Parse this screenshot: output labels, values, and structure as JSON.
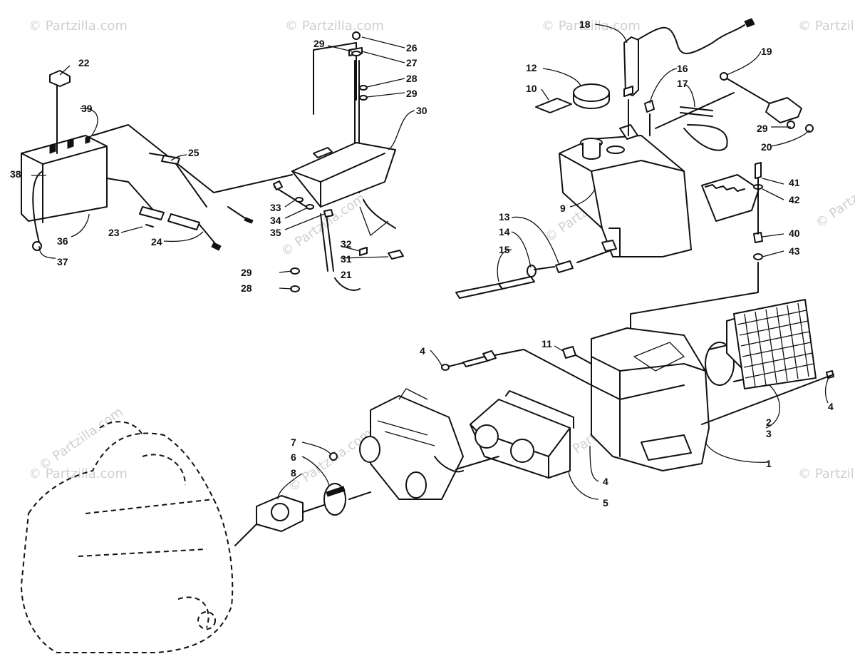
{
  "watermark": "© Partzilla.com",
  "callouts": [
    {
      "id": "c1",
      "text": "1"
    },
    {
      "id": "c2",
      "text": "2"
    },
    {
      "id": "c3",
      "text": "3"
    },
    {
      "id": "c4a",
      "text": "4"
    },
    {
      "id": "c4b",
      "text": "4"
    },
    {
      "id": "c4c",
      "text": "4"
    },
    {
      "id": "c5",
      "text": "5"
    },
    {
      "id": "c6",
      "text": "6"
    },
    {
      "id": "c7",
      "text": "7"
    },
    {
      "id": "c8",
      "text": "8"
    },
    {
      "id": "c9",
      "text": "9"
    },
    {
      "id": "c10",
      "text": "10"
    },
    {
      "id": "c11",
      "text": "11"
    },
    {
      "id": "c12",
      "text": "12"
    },
    {
      "id": "c13",
      "text": "13"
    },
    {
      "id": "c14",
      "text": "14"
    },
    {
      "id": "c15",
      "text": "15"
    },
    {
      "id": "c16",
      "text": "16"
    },
    {
      "id": "c17",
      "text": "17"
    },
    {
      "id": "c18",
      "text": "18"
    },
    {
      "id": "c19",
      "text": "19"
    },
    {
      "id": "c20",
      "text": "20"
    },
    {
      "id": "c21",
      "text": "21"
    },
    {
      "id": "c22",
      "text": "22"
    },
    {
      "id": "c23",
      "text": "23"
    },
    {
      "id": "c24",
      "text": "24"
    },
    {
      "id": "c25",
      "text": "25"
    },
    {
      "id": "c26",
      "text": "26"
    },
    {
      "id": "c27",
      "text": "27"
    },
    {
      "id": "c28a",
      "text": "28"
    },
    {
      "id": "c28b",
      "text": "28"
    },
    {
      "id": "c29a",
      "text": "29"
    },
    {
      "id": "c29b",
      "text": "29"
    },
    {
      "id": "c29c",
      "text": "29"
    },
    {
      "id": "c29d",
      "text": "29"
    },
    {
      "id": "c30",
      "text": "30"
    },
    {
      "id": "c31",
      "text": "31"
    },
    {
      "id": "c32",
      "text": "32"
    },
    {
      "id": "c33",
      "text": "33"
    },
    {
      "id": "c34",
      "text": "34"
    },
    {
      "id": "c35",
      "text": "35"
    },
    {
      "id": "c36",
      "text": "36"
    },
    {
      "id": "c37",
      "text": "37"
    },
    {
      "id": "c38",
      "text": "38"
    },
    {
      "id": "c39",
      "text": "39"
    },
    {
      "id": "c40",
      "text": "40"
    },
    {
      "id": "c41",
      "text": "41"
    },
    {
      "id": "c42",
      "text": "42"
    },
    {
      "id": "c43",
      "text": "43"
    }
  ]
}
